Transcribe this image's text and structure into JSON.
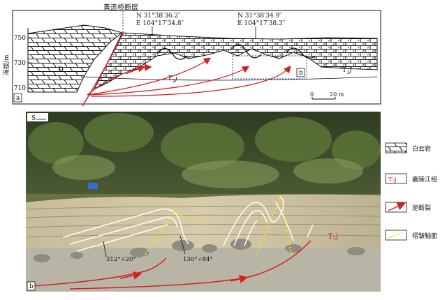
{
  "top": {
    "fault_name": "黄连桥断层",
    "y_axis_label": "海拔/m",
    "y_ticks": [
      "750",
      "730",
      "710"
    ],
    "gps1": [
      "N 31°38′36.2″",
      "E 104°17′34.8″"
    ],
    "gps2": [
      "N 31°38′34.9″",
      "E 104°17′38.3″"
    ],
    "label_D": "D",
    "label_T2j_main": "T",
    "label_T2j_sub": "2",
    "label_T2j_it": "j",
    "box_label": "b",
    "panel_label": "a",
    "scale_0": "0",
    "scale_20": "20 m"
  },
  "photo": {
    "direction": "S",
    "measure1": "312°∠20°",
    "measure2": "130°∠84°",
    "stratum_label": "T₂j",
    "panel_label": "b"
  },
  "legend": [
    {
      "id": "dolomite",
      "label": "白云岩"
    },
    {
      "id": "jialingjiang",
      "label": "嘉陵江组",
      "symbol": "T₂j"
    },
    {
      "id": "thrust",
      "label": "逆断裂"
    },
    {
      "id": "fold_axis",
      "label": "褶皱轴面"
    }
  ],
  "colors": {
    "fault": "#d42020",
    "fold_axis": "#f5e61c",
    "fold_trace": "#ffffff",
    "box": "#2b3fa0"
  }
}
